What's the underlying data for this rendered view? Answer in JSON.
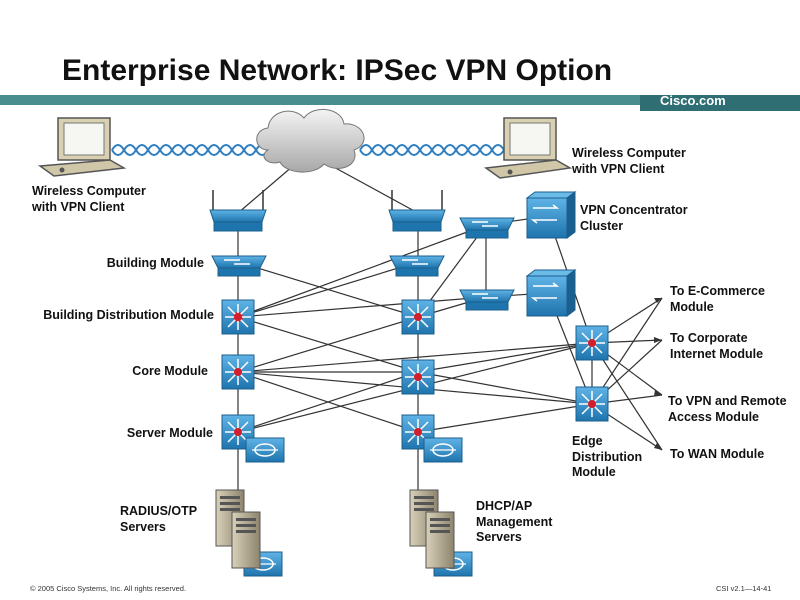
{
  "title": "Enterprise Network: IPSec VPN Option",
  "brand": "Cisco.com",
  "labels": {
    "wireless_left": "Wireless Computer\nwith VPN Client",
    "wireless_right": "Wireless Computer\nwith VPN Client",
    "vpn_concentrator": "VPN Concentrator\nCluster",
    "building_module": "Building Module",
    "building_distribution": "Building Distribution Module",
    "core_module": "Core Module",
    "server_module": "Server Module",
    "radius_servers": "RADIUS/OTP\nServers",
    "dhcp_servers": "DHCP/AP\nManagement\nServers",
    "edge_distribution": "Edge\nDistribution\nModule",
    "to_ecommerce": "To E-Commerce\nModule",
    "to_corporate": "To Corporate\nInternet Module",
    "to_vpn_remote": "To VPN and Remote\nAccess Module",
    "to_wan": "To WAN Module"
  },
  "footer": {
    "copyright": "© 2005 Cisco Systems, Inc. All rights reserved.",
    "slide_ref": "CSI v2.1—14-41"
  },
  "colors": {
    "device_blue": "#2a8ac6",
    "device_dark": "#1c5f8c",
    "wireless_wave": "#2f7fc1",
    "router_red": "#d21f2b",
    "title_bar": "#4a8d8f",
    "brand_bar": "#2f6f73"
  },
  "icons": [
    "laptop-icon",
    "cloud-icon",
    "access-point-icon",
    "switch-icon",
    "multilayer-switch-icon",
    "vpn-concentrator-icon",
    "server-icon",
    "ids-icon",
    "wireless-link-icon"
  ]
}
